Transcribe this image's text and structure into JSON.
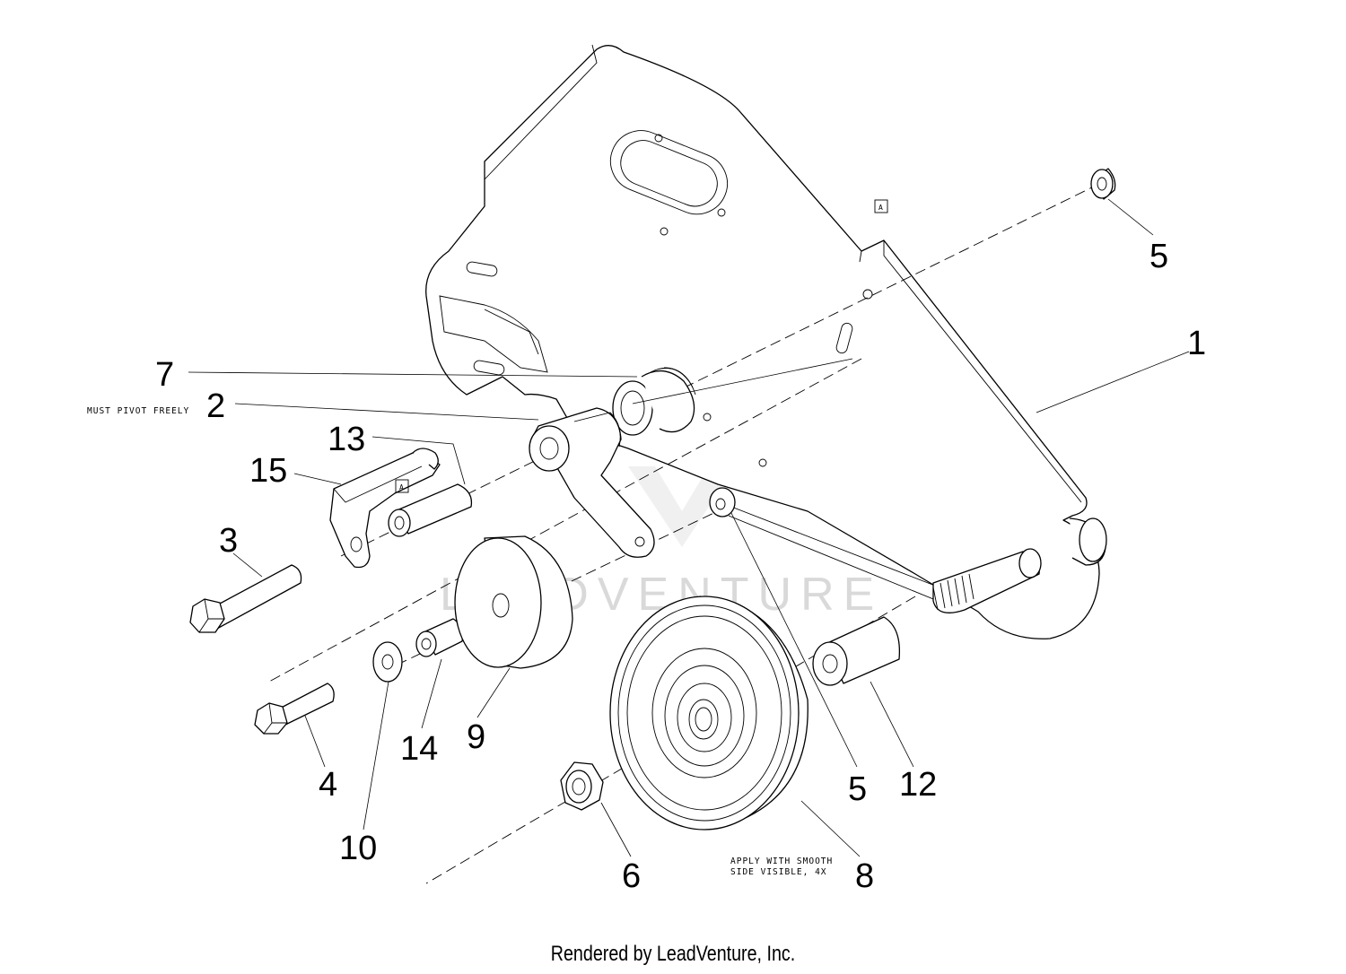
{
  "callouts": {
    "c1": "1",
    "c2": "2",
    "c3": "3",
    "c4": "4",
    "c5_top": "5",
    "c5_mid": "5",
    "c6": "6",
    "c7": "7",
    "c8": "8",
    "c9": "9",
    "c10": "10",
    "c12": "12",
    "c13": "13",
    "c14": "14",
    "c15": "15"
  },
  "notes": {
    "pivot": "MUST PIVOT FREELY",
    "apply_line1": "APPLY WITH SMOOTH",
    "apply_line2": "SIDE VISIBLE, 4X"
  },
  "reference_flags": {
    "upper": "A",
    "lower": "A"
  },
  "watermark": {
    "text": "LEADVENTURE",
    "color": "#d9d9d9"
  },
  "footer": {
    "text": "Rendered by LeadVenture, Inc."
  }
}
